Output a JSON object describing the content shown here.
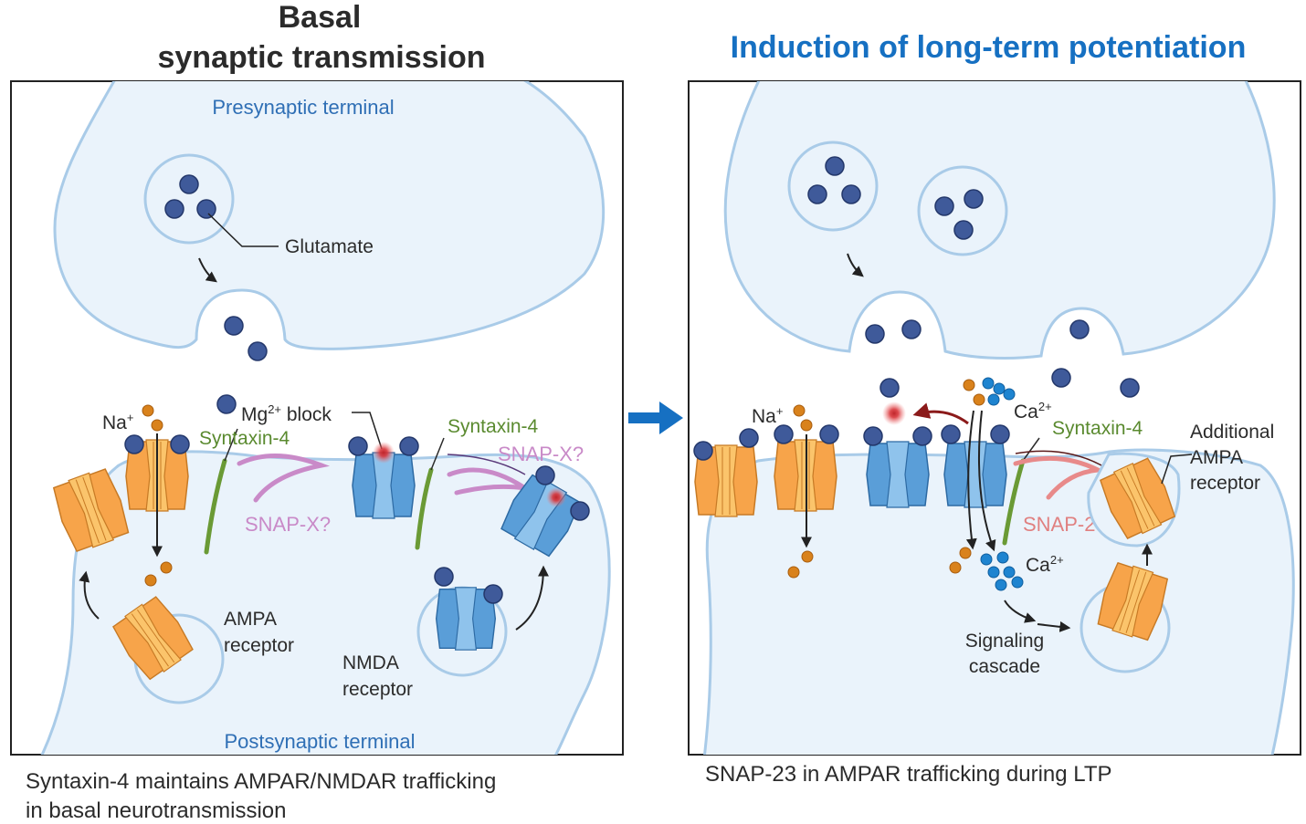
{
  "left_panel": {
    "title_line1": "Basal",
    "title_line2": "synaptic transmission",
    "presynaptic_label": "Presynaptic terminal",
    "postsynaptic_label": "Postsynaptic terminal",
    "glutamate_label": "Glutamate",
    "na_label": "Na",
    "na_sup": "+",
    "mg_label": "Mg",
    "mg_sup": "2+",
    "mg_suffix": " block",
    "syntaxin_label_1": "Syntaxin-4",
    "syntaxin_label_2": "Syntaxin-4",
    "snapx_label_1": "SNAP-X?",
    "snapx_label_2": "SNAP-X?",
    "ampa_label_line1": "AMPA",
    "ampa_label_line2": "receptor",
    "nmda_label_line1": "NMDA",
    "nmda_label_line2": "receptor",
    "caption_line1": "Syntaxin-4 maintains AMPAR/NMDAR trafficking",
    "caption_line2": "in basal neurotransmission"
  },
  "right_panel": {
    "title": "Induction of long-term potentiation",
    "na_label": "Na",
    "na_sup": "+",
    "ca_label_1": "Ca",
    "ca_sup_1": "2+",
    "ca_label_2": "Ca",
    "ca_sup_2": "2+",
    "syntaxin_label": "Syntaxin-4",
    "snap23_label": "SNAP-23",
    "additional_line1": "Additional",
    "additional_line2": "AMPA",
    "additional_line3": "receptor",
    "signaling_line1": "Signaling",
    "signaling_line2": "cascade",
    "caption": "SNAP-23 in AMPAR trafficking during LTP"
  },
  "colors": {
    "title_right": "#1670c2",
    "cell_fill": "#eaf3fb",
    "cell_stroke": "#a9cbe8",
    "glutamate": "#3f5a9a",
    "ampa": "#f7a44a",
    "nmda": "#5a9ed8",
    "syntaxin": "#6a9a35",
    "snap_x": "#c98ac8",
    "snap23": "#e88a8a",
    "transition_arrow": "#1670c2"
  }
}
